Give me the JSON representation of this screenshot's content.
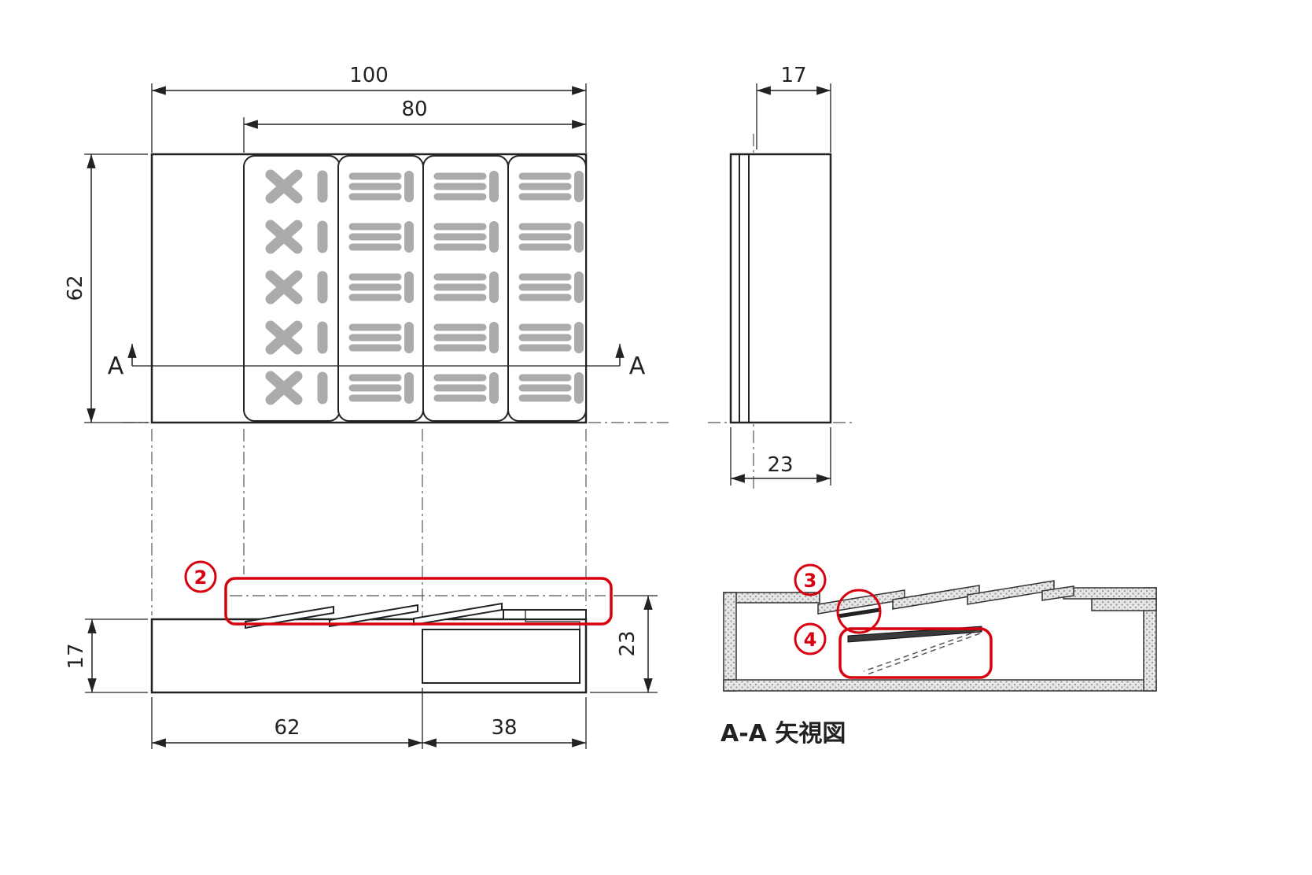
{
  "colors": {
    "line": "#222222",
    "symbol_gray": "#ababab",
    "annotation_red": "#d7000f"
  },
  "plan_view": {
    "dim_total_width": "100",
    "dim_key_area_width": "80",
    "dim_height": "62",
    "section_label_left": "A",
    "section_label_right": "A"
  },
  "side_view": {
    "dim_top_width": "17",
    "dim_bottom_width": "23"
  },
  "front_view": {
    "dim_body_height": "17",
    "dim_total_height": "23",
    "dim_left_segment": "62",
    "dim_right_segment": "38",
    "callout_2": "2"
  },
  "section_view": {
    "callout_3": "3",
    "callout_4": "4",
    "caption": "A-A 矢視図"
  }
}
